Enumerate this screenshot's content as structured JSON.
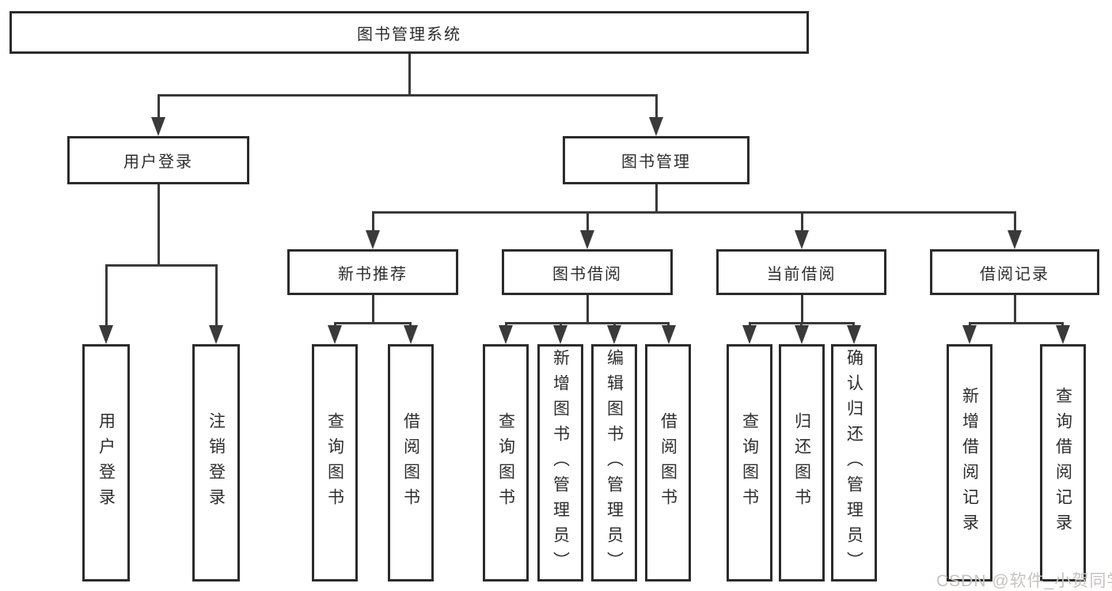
{
  "watermark": "CSDN @软件_小贺同学",
  "colors": {
    "line": "#3a3a3a",
    "box_border": "#2b2b2b",
    "background": "#ffffff",
    "watermark": "#c9c2c2"
  },
  "tree": {
    "label": "图书管理系统",
    "children": [
      {
        "label": "用户登录",
        "children": [
          {
            "label": "用户登录"
          },
          {
            "label": "注销登录"
          }
        ]
      },
      {
        "label": "图书管理",
        "children": [
          {
            "label": "新书推荐",
            "children": [
              {
                "label": "查询图书"
              },
              {
                "label": "借阅图书"
              }
            ]
          },
          {
            "label": "图书借阅",
            "children": [
              {
                "label": "查询图书"
              },
              {
                "label": "新增图书（管理员）"
              },
              {
                "label": "编辑图书（管理员）"
              },
              {
                "label": "借阅图书"
              }
            ]
          },
          {
            "label": "当前借阅",
            "children": [
              {
                "label": "查询图书"
              },
              {
                "label": "归还图书"
              },
              {
                "label": "确认归还（管理员）"
              }
            ]
          },
          {
            "label": "借阅记录",
            "children": [
              {
                "label": "新增借阅记录"
              },
              {
                "label": "查询借阅记录"
              }
            ]
          }
        ]
      }
    ]
  }
}
